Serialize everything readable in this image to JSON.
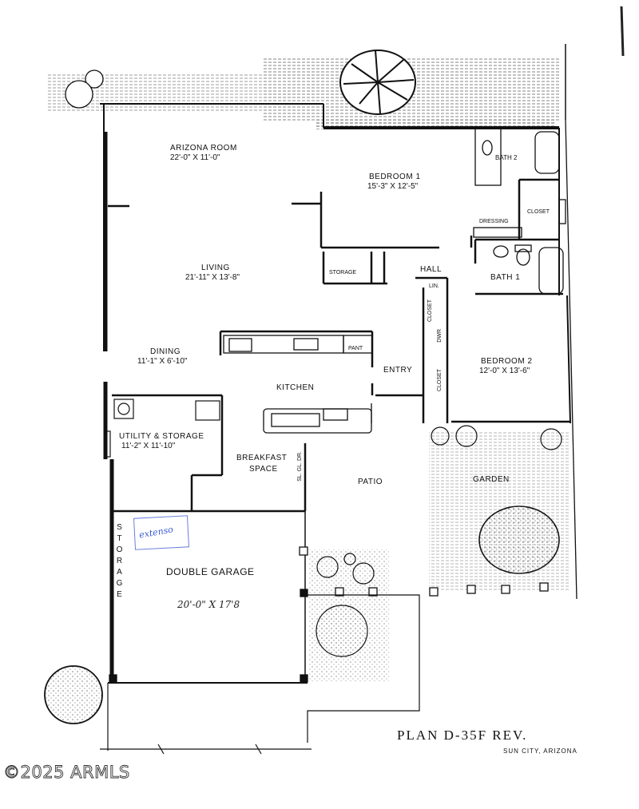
{
  "plan": {
    "title": "PLAN D-35F REV.",
    "location": "SUN CITY, ARIZONA",
    "copyright": "©2025 ARMLS",
    "handwritten_note": "extenso"
  },
  "rooms": {
    "arizona_room": {
      "name": "ARIZONA ROOM",
      "dims": "22'-0\" X 11'-0\""
    },
    "bedroom1": {
      "name": "BEDROOM 1",
      "dims": "15'-3\" X 12'-5\""
    },
    "bath2": {
      "name": "BATH 2"
    },
    "closet1": {
      "name": "CLOSET"
    },
    "dressing": {
      "name": "DRESSING"
    },
    "living": {
      "name": "LIVING",
      "dims": "21'-11\" X 13'-8\""
    },
    "storage_hall": {
      "name": "STORAGE"
    },
    "hall": {
      "name": "HALL"
    },
    "lin": {
      "name": "LIN."
    },
    "bath1": {
      "name": "BATH 1"
    },
    "closet_hall": {
      "name": "CLOSET"
    },
    "dwr": {
      "name": "DWR"
    },
    "dining": {
      "name": "DINING",
      "dims": "11'-1\" X 6'-10\""
    },
    "pant": {
      "name": "PANT"
    },
    "entry": {
      "name": "ENTRY"
    },
    "bedroom2": {
      "name": "BEDROOM 2",
      "dims": "12'-0\" X 13'-6\""
    },
    "closet_bed2": {
      "name": "CLOSET"
    },
    "kitchen": {
      "name": "KITCHEN"
    },
    "utility": {
      "name": "UTILITY & STORAGE",
      "dims": "11'-2\" X 11'-10\""
    },
    "breakfast": {
      "name": "BREAKFAST",
      "name2": "SPACE"
    },
    "sl_gl_dr": {
      "name": "SL. GL. DR."
    },
    "patio": {
      "name": "PATIO"
    },
    "garden": {
      "name": "GARDEN"
    },
    "storage_garage": {
      "name": "STORAGE"
    },
    "garage": {
      "name": "DOUBLE GARAGE",
      "dims": "20'-0\" X 17'8"
    }
  }
}
